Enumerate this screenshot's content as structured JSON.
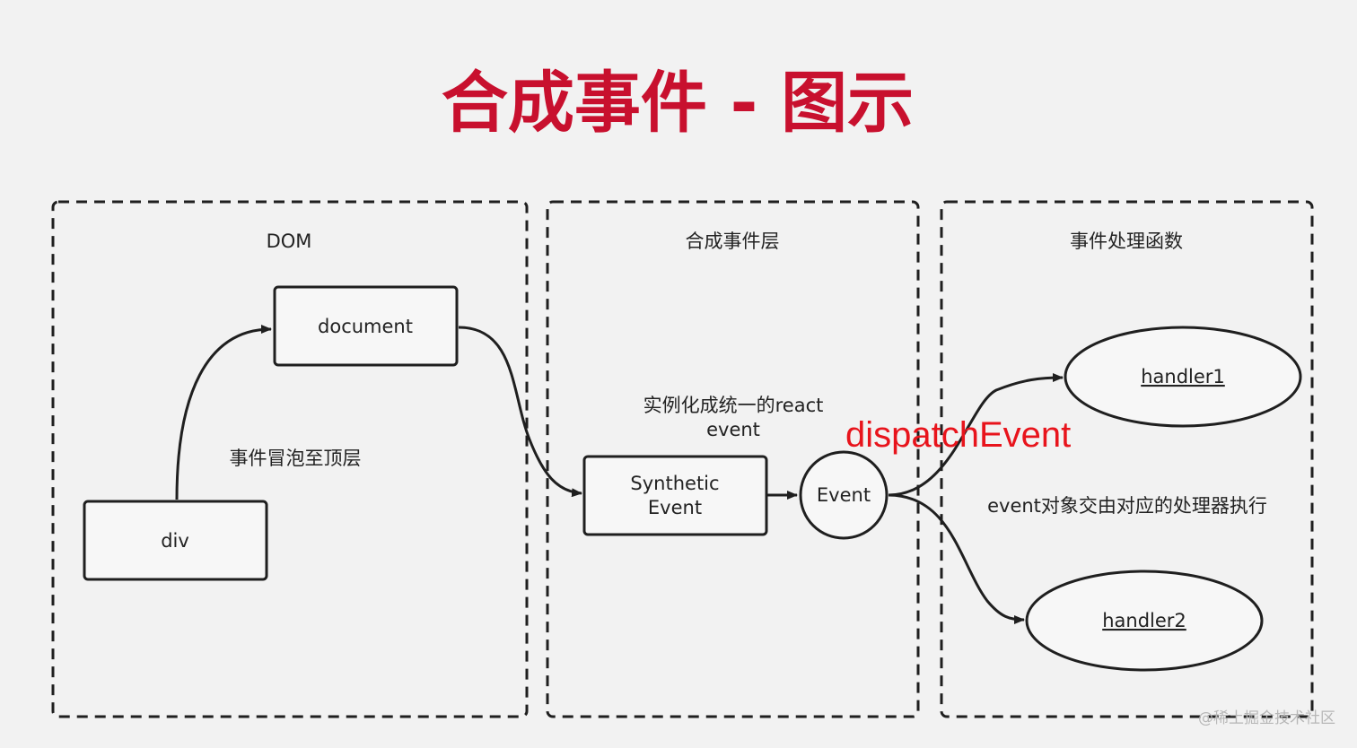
{
  "title": "合成事件 - 图示",
  "colors": {
    "title": "#c8102e",
    "dispatch": "#e8141c",
    "stroke": "#1f1f1f",
    "background": "#f2f2f2"
  },
  "panels": {
    "dom": {
      "label": "DOM",
      "document": "document",
      "div": "div",
      "bubble_note": "事件冒泡至顶层"
    },
    "synthetic": {
      "label": "合成事件层",
      "note_line1": "实例化成统一的react",
      "note_line2": "event",
      "synthetic_line1": "Synthetic",
      "synthetic_line2": "Event",
      "event_node": "Event"
    },
    "handlers": {
      "label": "事件处理函数",
      "handler1": "handler1",
      "handler2": "handler2",
      "note": "event对象交由对应的处理器执行"
    }
  },
  "dispatch_label": "dispatchEvent",
  "watermark": "@稀土掘金技术社区"
}
